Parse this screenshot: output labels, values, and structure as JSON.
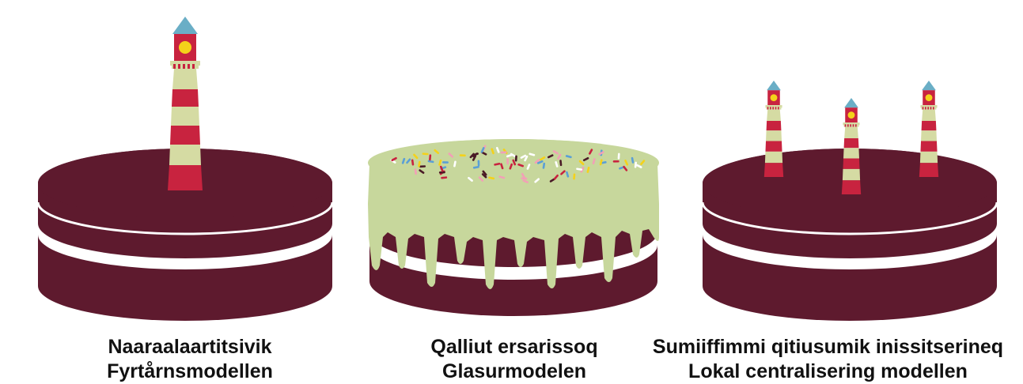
{
  "colors": {
    "cake": "#5e1a2e",
    "cream": "#ffffff",
    "glaze": "#c7d79c",
    "tower_red": "#c8233f",
    "tower_cream": "#d5dba3",
    "roof": "#6aaec6",
    "lamp": "#f4d21a",
    "sprinkles": [
      "#c8233f",
      "#5a9fd6",
      "#f2a0b6",
      "#f4d21a",
      "#ffffff",
      "#4a1a26"
    ]
  },
  "models": [
    {
      "id": "lighthouse-model",
      "illustration": "cake with one large lighthouse",
      "label_kl": "Naaraalaartitsivik",
      "label_sv": "Fyrtårnsmodellen"
    },
    {
      "id": "glaze-model",
      "illustration": "cake covered in dripping glaze with sprinkles",
      "label_kl": "Qalliut ersarissoq",
      "label_sv": "Glasurmodelen"
    },
    {
      "id": "local-centralization-model",
      "illustration": "cake with three small lighthouses",
      "label_kl": "Sumiiffimmi qitiusumik inissitserineq",
      "label_sv": "Lokal centralisering modellen"
    }
  ]
}
